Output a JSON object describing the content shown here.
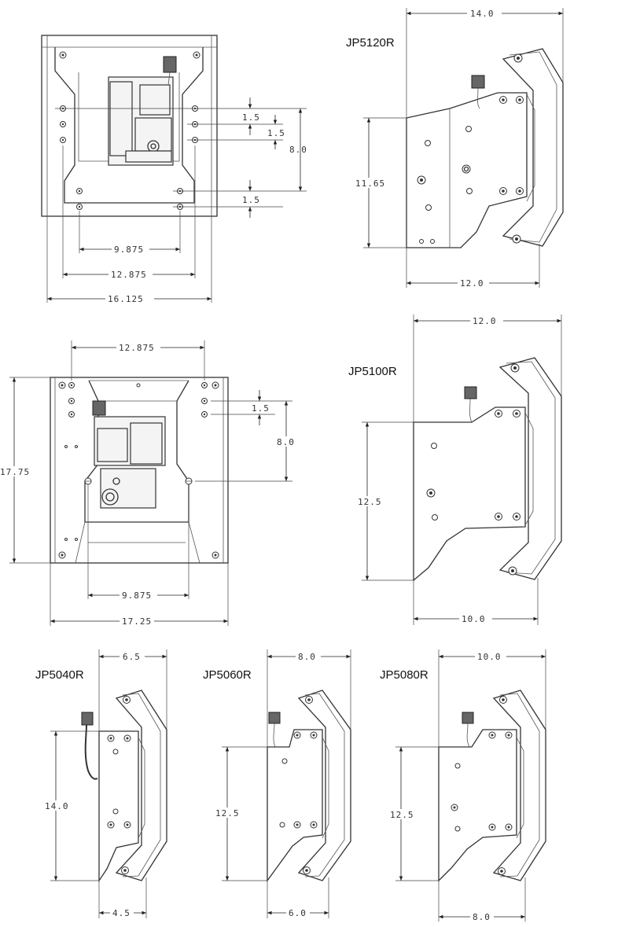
{
  "models": {
    "jp5120r": "JP5120R",
    "jp5100r": "JP5100R",
    "jp5040r": "JP5040R",
    "jp5060r": "JP5060R",
    "jp5080r": "JP5080R"
  },
  "dims": {
    "top_plan": {
      "w_inner": "9.875",
      "w_mid": "12.875",
      "w_outer": "16.125",
      "h_8": "8.0",
      "s1": "1.5",
      "s2": "1.5",
      "s3": "1.5"
    },
    "jp5120r": {
      "width_top": "14.0",
      "height": "11.65",
      "width_bottom": "12.0"
    },
    "mid_plan": {
      "w_top": "12.875",
      "h_outer": "17.75",
      "s1": "1.5",
      "h_8": "8.0",
      "w_inner": "9.875",
      "w_outer": "17.25"
    },
    "jp5100r": {
      "width_top": "12.0",
      "height": "12.5",
      "width_bottom": "10.0"
    },
    "jp5040r": {
      "width_top": "6.5",
      "height": "14.0",
      "width_bottom": "4.5"
    },
    "jp5060r": {
      "width_top": "8.0",
      "height": "12.5",
      "width_bottom": "6.0"
    },
    "jp5080r": {
      "width_top": "10.0",
      "height": "12.5",
      "width_bottom": "8.0"
    }
  }
}
